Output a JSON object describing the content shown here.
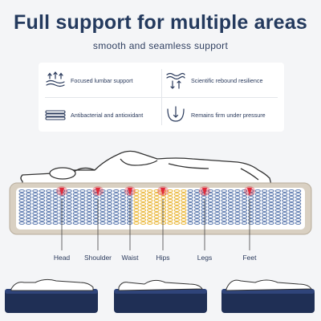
{
  "title": "Full support for multiple areas",
  "subtitle": "smooth and seamless support",
  "features": [
    {
      "label": "Focused lumbar support",
      "icon": "lumbar-support-icon"
    },
    {
      "label": "Scientific rebound resilience",
      "icon": "rebound-resilience-icon"
    },
    {
      "label": "Antibacterial and antioxidant",
      "icon": "antibacterial-layer-icon"
    },
    {
      "label": "Remains firm under pressure",
      "icon": "firm-pressure-icon"
    }
  ],
  "body_parts": [
    {
      "label": "Head"
    },
    {
      "label": "Shoulder"
    },
    {
      "label": "Waist"
    },
    {
      "label": "Hips"
    },
    {
      "label": "Legs"
    },
    {
      "label": "Feet"
    }
  ],
  "colors": {
    "title": "#243a5e",
    "coil_blue": "#4f6fa8",
    "coil_yellow": "#e8b12a",
    "pressure_red": "#e02a3a",
    "mattress_navy": "#1f2f55",
    "case_beige": "#d9d0c2"
  }
}
